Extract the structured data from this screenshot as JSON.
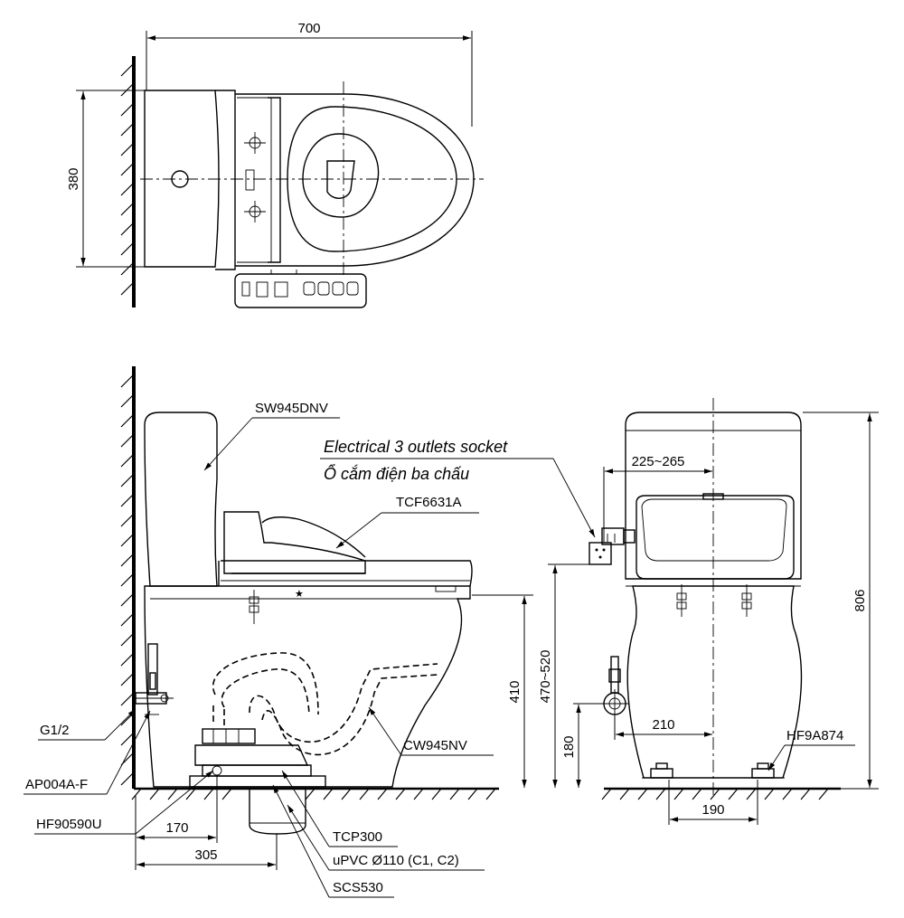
{
  "top_view": {
    "dim_width": "700",
    "dim_depth": "380"
  },
  "side_view": {
    "label_tank": "SW945DNV",
    "label_seat": "TCF6631A",
    "label_bowl": "CW945NV",
    "label_valve_thread": "G1/2",
    "label_valve": "AP004A-F",
    "label_flange": "HF90590U",
    "label_trap": "TCP300",
    "label_pipe": "uPVC Ø110 (C1, C2)",
    "label_seal": "SCS530",
    "dim_seat_height": "410",
    "dim_170": "170",
    "dim_305": "305"
  },
  "socket": {
    "label_en": "Electrical 3 outlets socket",
    "label_vi": "Ổ cắm điện ba chấu"
  },
  "front_view": {
    "dim_socket_offset": "225~265",
    "dim_total_height": "806",
    "dim_socket_height": "470~520",
    "dim_valve_height": "180",
    "dim_valve_offset": "210",
    "dim_base": "190",
    "label_hose": "HF9A874"
  }
}
